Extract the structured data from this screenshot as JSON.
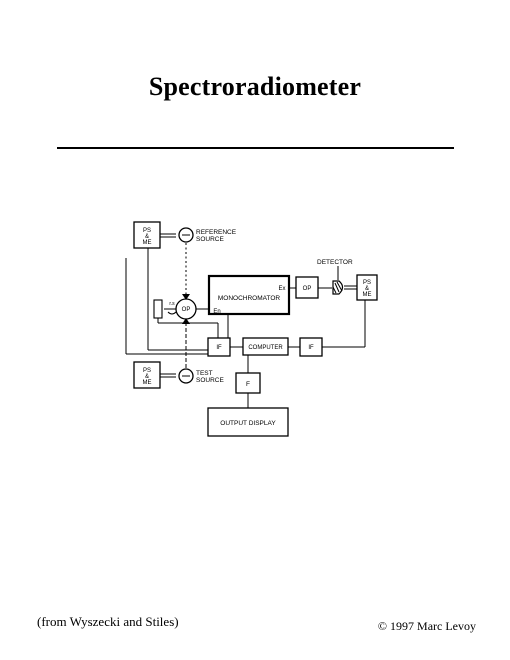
{
  "page": {
    "title": "Spectroradiometer",
    "citation": "(from Wyszecki and Stiles)",
    "copyright": "© 1997 Marc Levoy"
  },
  "diagram": {
    "ps_me_top": [
      "PS",
      "&",
      "ME"
    ],
    "ps_me_bottom": [
      "PS",
      "&",
      "ME"
    ],
    "ps_me_right": [
      "PS",
      "&",
      "ME"
    ],
    "reference_source": [
      "REFERENCE",
      "SOURCE"
    ],
    "test_source": [
      "TEST",
      "SOURCE"
    ],
    "detector": "DETECTOR",
    "monochromator": "MONOCHROMATOR",
    "ex": "Ex",
    "en": "En",
    "op_main": "OP",
    "op_right": "OP",
    "if_left": "IF",
    "if_right": "IF",
    "computer": "COMPUTER",
    "f": "F",
    "output_display": "OUTPUT DISPLAY"
  }
}
